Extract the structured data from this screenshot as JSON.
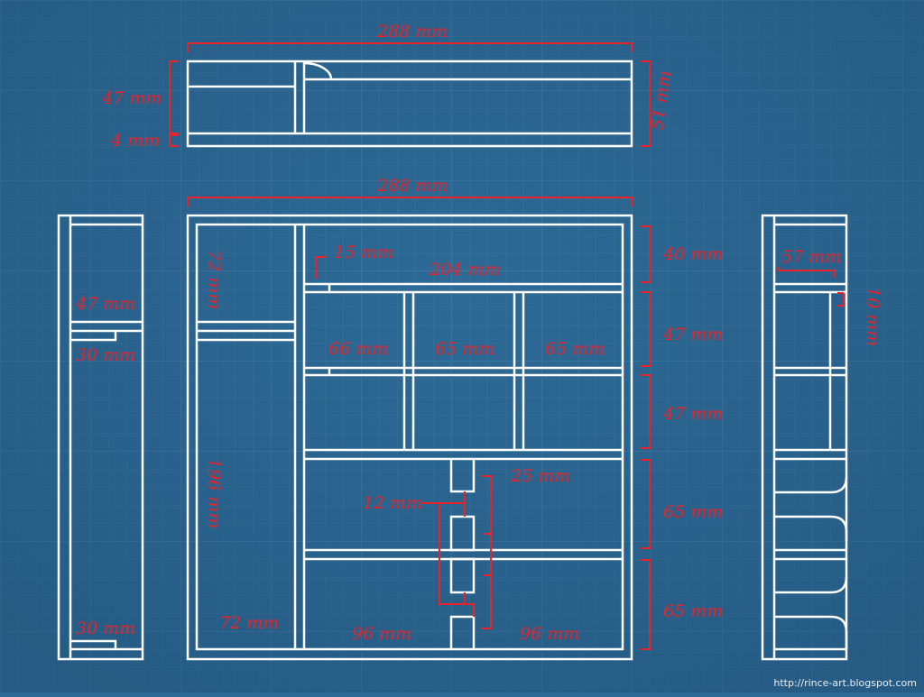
{
  "colors": {
    "background": "#2d6a96",
    "background_edge": "#1f4f75",
    "grid": "#5b93ba",
    "outline": "#ffffff",
    "dimension": "#e8232a"
  },
  "labels": {
    "top_width": "288 mm",
    "top_height": "47 mm",
    "top_base": "4 mm",
    "top_total": "51 mm",
    "front_width": "288 mm",
    "left_col_top": "72 mm",
    "left_col_side": "196 mm",
    "left_col_bottom": "72 mm",
    "small_gap": "15 mm",
    "top_shelf": "204 mm",
    "cell_a": "66 mm",
    "cell_b": "65 mm",
    "cell_c": "65 mm",
    "slot_height": "25 mm",
    "slot_width": "12 mm",
    "bottom_left": "96 mm",
    "bottom_right": "96 mm",
    "row_1": "40 mm",
    "row_2": "47 mm",
    "row_3": "47 mm",
    "row_4": "65 mm",
    "row_5": "65 mm",
    "left_side_47": "47 mm",
    "left_side_30a": "30 mm",
    "left_side_30b": "30 mm",
    "right_side_57": "57 mm",
    "right_side_10": "10 mm"
  },
  "credit": "http://rince-art.blogspot.com"
}
